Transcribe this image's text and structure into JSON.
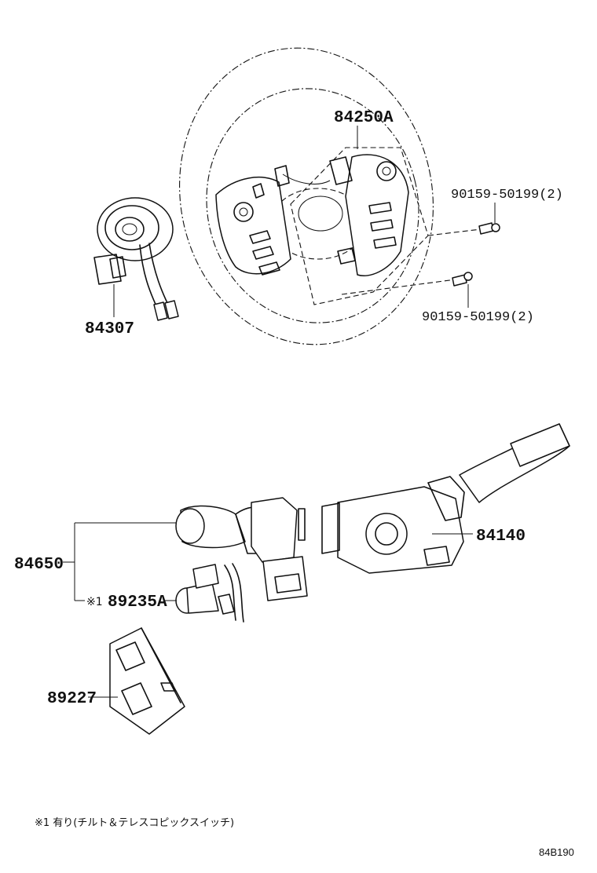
{
  "parts": {
    "steering_pad_switch": "84250A",
    "bolt_upper": "90159-50199(2)",
    "bolt_lower": "90159-50199(2)",
    "spiral_cable": "84307",
    "wiper_switch": "84140",
    "turn_signal_switch": "84650",
    "telescopic_switch_mark": "※1",
    "telescopic_switch": "89235A",
    "control_module": "89227"
  },
  "footnote": "※1 有り(チルト＆テレスコピックスイッチ)",
  "diagram_code": "84B190"
}
